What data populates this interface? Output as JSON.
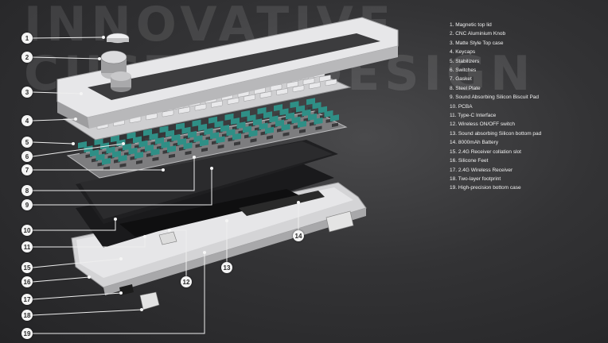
{
  "headline": "INNOVATIVE\nCUSTOM DESIGN",
  "legend": [
    "1. Magnetic top lid",
    "2. CNC Aluminium Knob",
    "3. Matte Style Top case",
    "4. Keycaps",
    "5. Stabilizers",
    "6. Switches",
    "7. Gasket",
    "8. Steel Plate",
    "9. Sound Absorbing Silicon Biscuit Pad",
    "10. PCBA",
    "11. Type-C Interface",
    "12. Wireless ON/OFF switch",
    "13. Sound absorbing Silicon bottom pad",
    "14. 8000mAh Battery",
    "15. 2.4G Receiver collation slot",
    "16. Silicone Feet",
    "17. 2.4G Wireless Receiver",
    "18. Two-layer footprint",
    "19. High-precision bottom case"
  ],
  "callouts": {
    "c1": "1",
    "c2": "2",
    "c3": "3",
    "c4": "4",
    "c5": "5",
    "c6": "6",
    "c7": "7",
    "c8": "8",
    "c9": "9",
    "c10": "10",
    "c11": "11",
    "c12": "12",
    "c13": "13",
    "c14": "14",
    "c15": "15",
    "c16": "16",
    "c17": "17",
    "c18": "18",
    "c19": "19"
  },
  "colors": {
    "background": "#333335",
    "switch": "#2f8f86",
    "frame": "#d8d8d8",
    "plate": "#6f6f6f"
  }
}
